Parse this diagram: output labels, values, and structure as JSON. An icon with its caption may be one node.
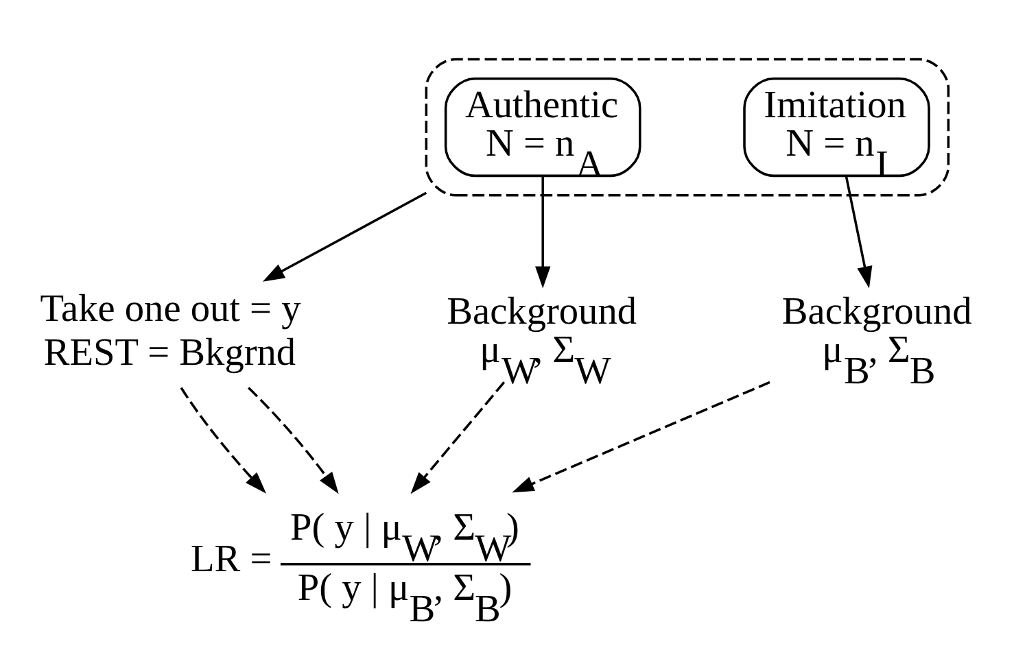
{
  "diagram": {
    "nodes": [
      {
        "text": [],
        "shape": "box"
      },
      {
        "text": [
          "Authentic",
          "N = n$_{A}$"
        ],
        "in": 0
      },
      {
        "text": [
          "Imitation",
          "N = n$_{I}$"
        ],
        "in": 0
      },
      {
        "text": [
          "Take one out = y",
          "REST = Bkgrnd"
        ]
      },
      {
        "text": [
          "Background",
          "μ$_{W}$, Σ$_{W}$"
        ]
      },
      {
        "text": [
          "Background",
          "μ$_{B}$, Σ$_{B}$"
        ]
      },
      {
        "text": [
          "LR =",
          "P( y | μ$_{W}$, Σ$_{W}$)",
          "P( y | μ$_{B}$, Σ$_{B}$)"
        ]
      }
    ],
    "edges": [
      {
        "from": 0,
        "to": 3,
        "arrow": "to"
      },
      {
        "from": 1,
        "to": 4,
        "arrow": "to"
      },
      {
        "from": 2,
        "to": 5,
        "arrow": "to"
      },
      {
        "from": 3,
        "to": 6,
        "arrow": "to",
        "style": "dashed"
      },
      {
        "from": 4,
        "to": 6,
        "arrow": "to",
        "style": "dashed"
      },
      {
        "from": 3,
        "to": 6,
        "arrow": "to",
        "style": "dashed"
      },
      {
        "from": 5,
        "to": 6,
        "arrow": "to",
        "style": "dashed"
      }
    ]
  }
}
